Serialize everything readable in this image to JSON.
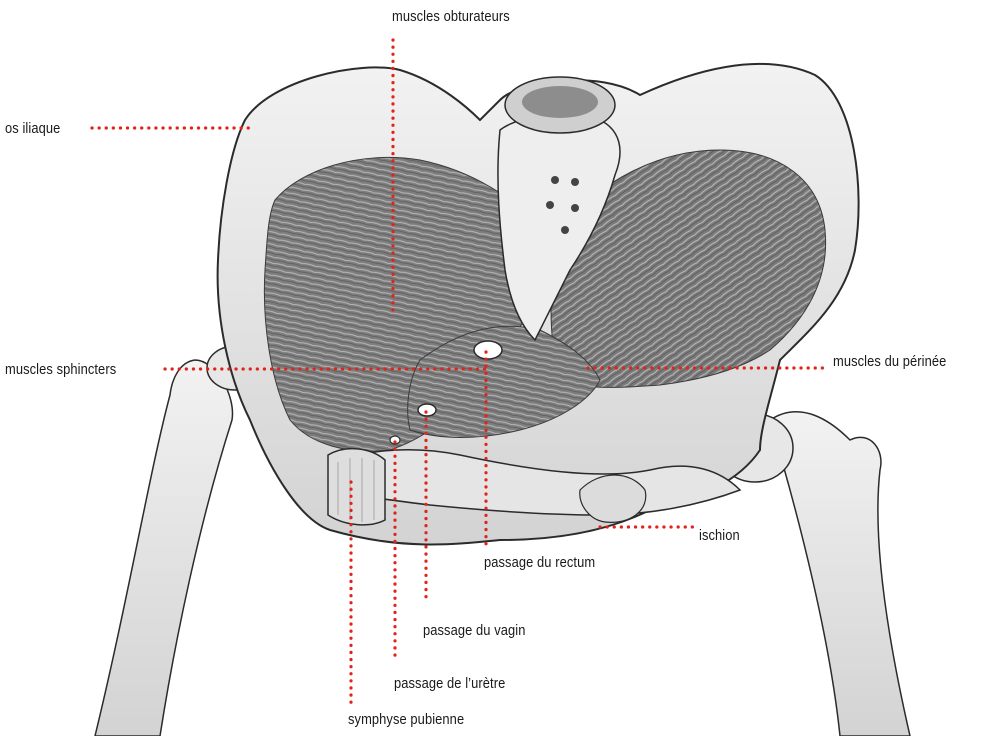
{
  "colors": {
    "leader": "#e2231a",
    "bone_fill": "#e9e9e9",
    "bone_stroke": "#2b2b2b",
    "muscle_fill": "#8a8a8a",
    "background": "#ffffff"
  },
  "labels": {
    "obturateurs": "muscles obturateurs",
    "iliaque": "os iliaque",
    "sphincters": "muscles sphincters",
    "perinee": "muscles du périnée",
    "ischion": "ischion",
    "rectum": "passage du rectum",
    "vagin": "passage du vagin",
    "uretre": "passage de l’urètre",
    "symphyse": "symphyse pubienne"
  }
}
